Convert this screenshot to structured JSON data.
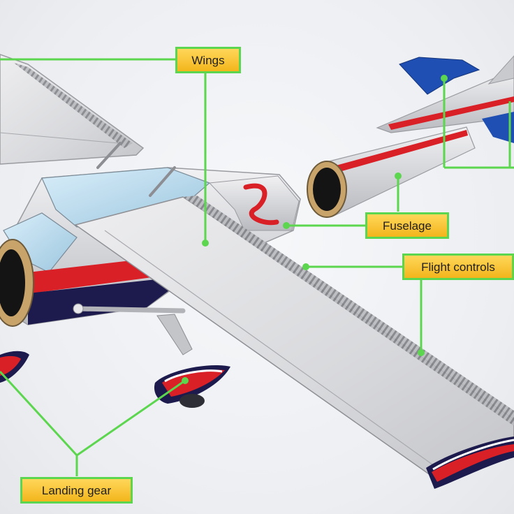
{
  "labels": {
    "wings": "Wings",
    "fuselage": "Fuselage",
    "flight_controls": "Flight controls",
    "landing_gear": "Landing gear"
  },
  "colors": {
    "leader_line": "#5cd64e",
    "label_fill": "#f6bc27",
    "accent_red": "#d92027",
    "accent_blue": "#1f4fb3",
    "body_navy": "#1d1b4d",
    "skin": "#d9dadd"
  }
}
